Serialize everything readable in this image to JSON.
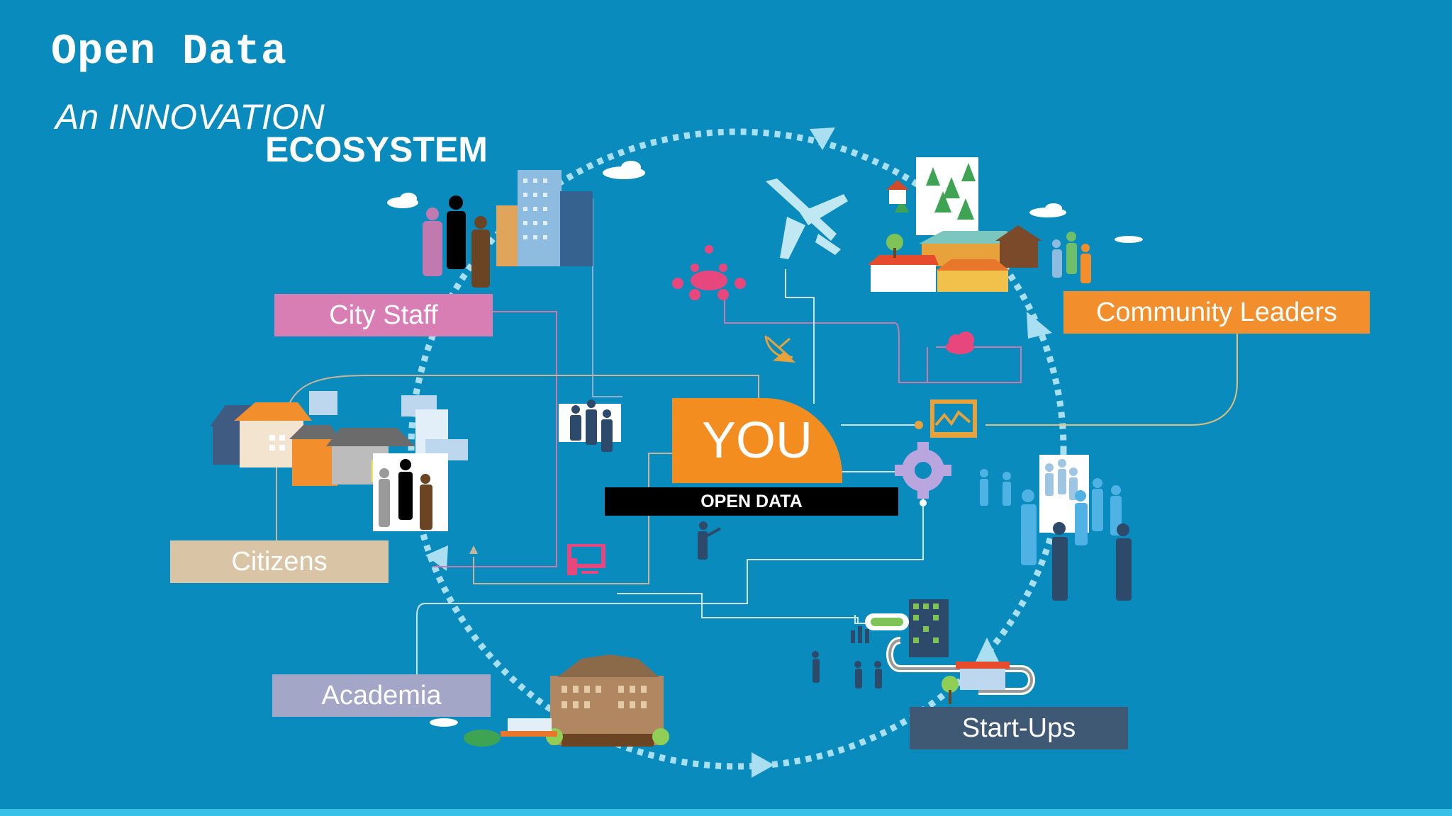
{
  "title": "Open Data",
  "subtitle_line1": "An INNOVATION",
  "subtitle_line2": "ECOSYSTEM",
  "center": {
    "label": "YOU",
    "banner": "OPEN DATA"
  },
  "stakeholders": {
    "city_staff": "City Staff",
    "community_leaders": "Community Leaders",
    "citizens": "Citizens",
    "academia": "Academia",
    "startups": "Start-Ups"
  },
  "colors": {
    "background": "#0a8bbd",
    "city_staff": "#d97db5",
    "community_leaders": "#f28e2b",
    "citizens": "#d9c4a6",
    "academia": "#a4a6c8",
    "startups": "#3f5873",
    "you": "#f48d1f",
    "cycle_arrows": "#a9dff0"
  },
  "icons": [
    "clouds-icon",
    "buildings-icon",
    "people-icon",
    "airplane-icon",
    "houses-icon",
    "forest-icon",
    "gear-icon",
    "monitor-icon",
    "satellite-icon",
    "cloud-icon",
    "computer-icon",
    "university-icon",
    "office-icon",
    "store-icon"
  ]
}
